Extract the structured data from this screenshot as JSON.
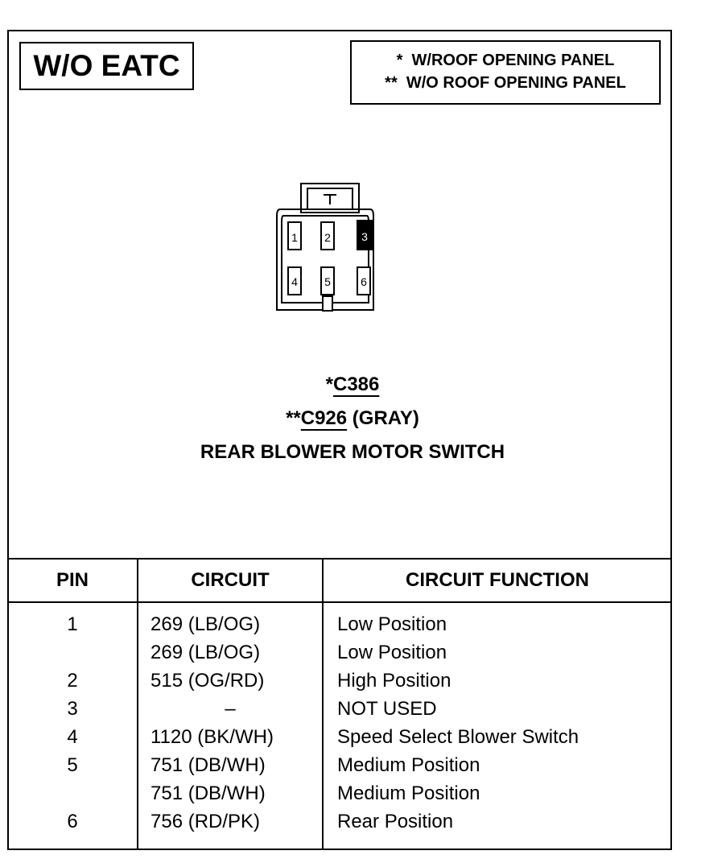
{
  "title": "W/O EATC",
  "legend": {
    "line1": "*  W/ROOF OPENING PANEL",
    "line2": "**  W/O ROOF OPENING PANEL"
  },
  "connector": {
    "pins": [
      "1",
      "2",
      "3",
      "4",
      "5",
      "6"
    ],
    "highlighted_pin": "3"
  },
  "caption": {
    "line1_prefix": "*",
    "line1_code": "C386",
    "line2_prefix": "**",
    "line2_code": "C926",
    "line2_suffix": " (GRAY)",
    "line3": "REAR BLOWER MOTOR SWITCH"
  },
  "table": {
    "headers": {
      "pin": "PIN",
      "circuit": "CIRCUIT",
      "function": "CIRCUIT FUNCTION"
    },
    "rows": [
      {
        "pin": "1",
        "circuit": "269 (LB/OG)",
        "function": "Low Position"
      },
      {
        "pin": "",
        "circuit": "269 (LB/OG)",
        "function": "Low Position"
      },
      {
        "pin": "2",
        "circuit": "515 (OG/RD)",
        "function": "High Position"
      },
      {
        "pin": "3",
        "circuit": "–",
        "function": "NOT USED"
      },
      {
        "pin": "4",
        "circuit": "1120 (BK/WH)",
        "function": "Speed Select Blower Switch"
      },
      {
        "pin": "5",
        "circuit": "751 (DB/WH)",
        "function": "Medium Position"
      },
      {
        "pin": "",
        "circuit": "751 (DB/WH)",
        "function": "Medium Position"
      },
      {
        "pin": "6",
        "circuit": "756 (RD/PK)",
        "function": "Rear Position"
      }
    ]
  }
}
